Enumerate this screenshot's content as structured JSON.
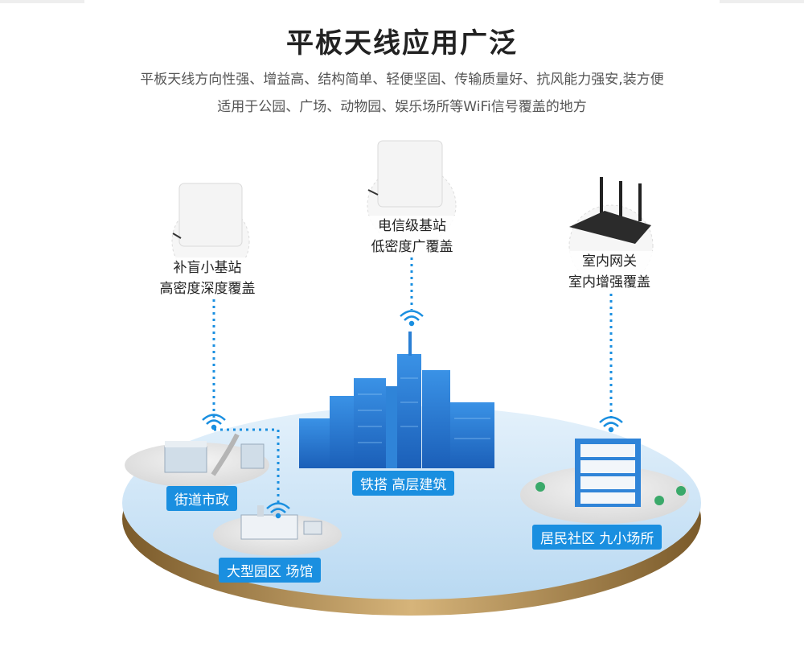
{
  "title": "平板天线应用广泛",
  "subtitle_line1": "平板天线方向性强、增益高、结构简单、轻便坚固、传输质量好、抗风能力强安,装方便",
  "subtitle_line2": "适用于公园、广场、动物园、娱乐场所等WiFi信号覆盖的地方",
  "nodes": {
    "left": {
      "line1": "补盲小基站",
      "line2": "高密度深度覆盖"
    },
    "center": {
      "line1": "电信级基站",
      "line2": "低密度广覆盖"
    },
    "right": {
      "line1": "室内网关",
      "line2": "室内增强覆盖"
    }
  },
  "tags": {
    "street": "街道市政",
    "park": "大型园区 场馆",
    "tower": "铁搭 高层建筑",
    "residential": "居民社区 九小场所"
  },
  "colors": {
    "accent": "#1a8fe0",
    "disc_top": "#cfe6f7",
    "disc_edge": "#c9a46a",
    "building": "#2a7fd4"
  }
}
